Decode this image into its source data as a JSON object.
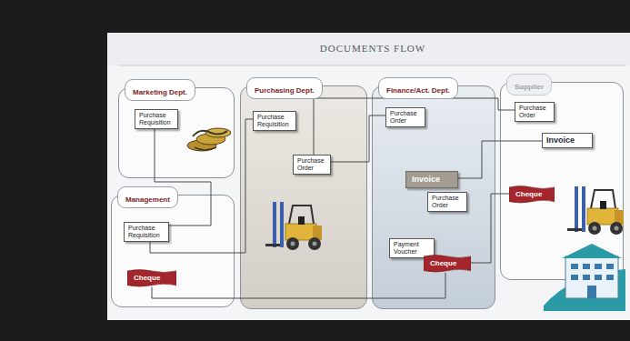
{
  "diagram": {
    "title": "DOCUMENTS FLOW",
    "nodes": [
      {
        "text": [
          "Marketing Dept."
        ]
      },
      {
        "text": [
          "Purchase Requisition"
        ],
        "in": 0
      },
      {
        "text": [
          "Management"
        ]
      },
      {
        "text": [
          "Purchase Requisition"
        ],
        "in": 2
      },
      {
        "text": [
          "Cheque"
        ],
        "in": 2
      },
      {
        "text": [
          "Purchasing Dept."
        ]
      },
      {
        "text": [
          "Purchase Requisition"
        ],
        "in": 5
      },
      {
        "text": [
          "Purchase Order"
        ],
        "in": 5
      },
      {
        "text": [
          "Finance/Act. Dept."
        ]
      },
      {
        "text": [
          "Purchase Order"
        ],
        "in": 8
      },
      {
        "text": [
          "Invoice"
        ],
        "in": 8
      },
      {
        "text": [
          "Purchase Order"
        ],
        "in": 8
      },
      {
        "text": [
          "Payment Voucher"
        ],
        "in": 8
      },
      {
        "text": [
          "Cheque"
        ],
        "in": 8
      },
      {
        "text": [
          "Supplier"
        ]
      },
      {
        "text": [
          "Purchase Order"
        ],
        "in": 14
      },
      {
        "text": [
          "Invoice"
        ],
        "in": 14
      },
      {
        "text": [
          "Cheque"
        ],
        "in": 14
      }
    ],
    "edges": [
      {
        "from": 1,
        "to": 3,
        "arrow": "none"
      },
      {
        "from": 3,
        "to": 6,
        "arrow": "none"
      },
      {
        "from": 7,
        "to": 9,
        "arrow": "none"
      },
      {
        "from": 7,
        "to": 15,
        "arrow": "none"
      },
      {
        "from": 16,
        "to": 10,
        "arrow": "none"
      },
      {
        "from": 13,
        "to": 17,
        "arrow": "none"
      },
      {
        "from": 13,
        "to": 4,
        "arrow": "none"
      }
    ]
  }
}
